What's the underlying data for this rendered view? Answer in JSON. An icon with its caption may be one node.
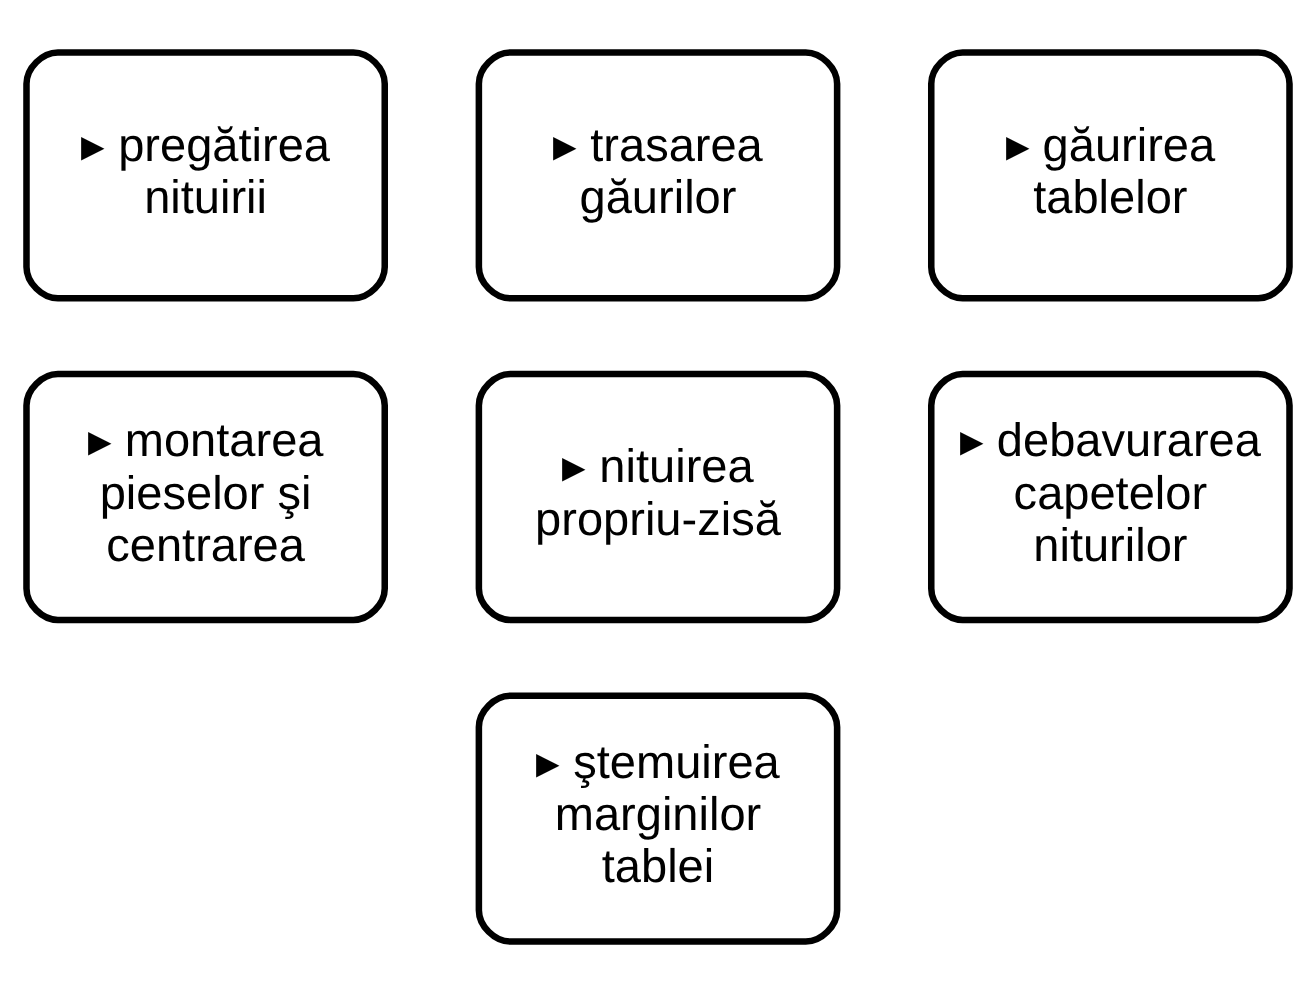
{
  "diagram": {
    "nodes": [
      {
        "text": [
          "▸ pregătirea nituirii"
        ]
      },
      {
        "text": [
          "▸ trasarea găurilor"
        ]
      },
      {
        "text": [
          "▸ găurirea tablelor"
        ]
      },
      {
        "text": [
          "▸ montarea pieselor şi centrarea"
        ]
      },
      {
        "text": [
          "▸ nituirea propriu-zisă"
        ]
      },
      {
        "text": [
          "▸ debavurarea capetelor niturilor"
        ]
      },
      {
        "text": [
          "▸ ştemuirea marginilor tablei"
        ]
      }
    ]
  }
}
